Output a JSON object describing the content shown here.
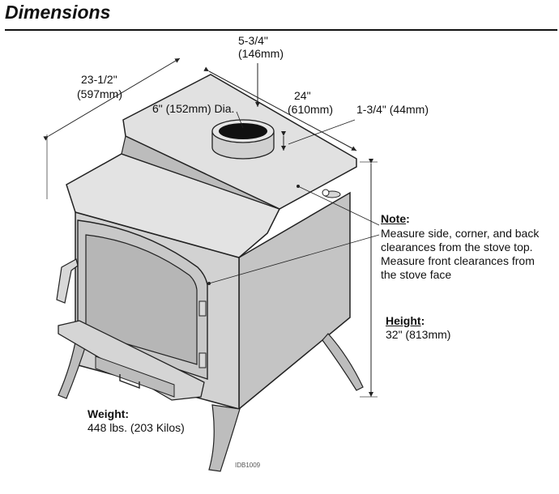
{
  "title": "Dimensions",
  "labels": {
    "flue_offset": "5-3/4\"",
    "flue_offset_mm": "(146mm)",
    "width": "23-1/2\"",
    "width_mm": "(597mm)",
    "depth": "24\"",
    "depth_mm": "(610mm)",
    "flue_dia": "6\" (152mm) Dia.",
    "top_step": "1-3/4\" (44mm)"
  },
  "note": {
    "heading": "Note",
    "colon": ":",
    "lines": [
      "Measure side, corner, and back",
      "clearances from the stove top.",
      "Measure front clearances from",
      "the stove face"
    ]
  },
  "height": {
    "heading": "Height",
    "colon": ":",
    "value": "32\" (813mm)"
  },
  "weight": {
    "heading": "Weight",
    "colon": ":",
    "value": "448 lbs. (203 Kilos)"
  },
  "drawing_id": "IDB1009",
  "colors": {
    "stove_body": "#cfcfcf",
    "stove_light": "#e2e2e2",
    "stove_dark": "#a8a8a8",
    "line": "#222222"
  }
}
